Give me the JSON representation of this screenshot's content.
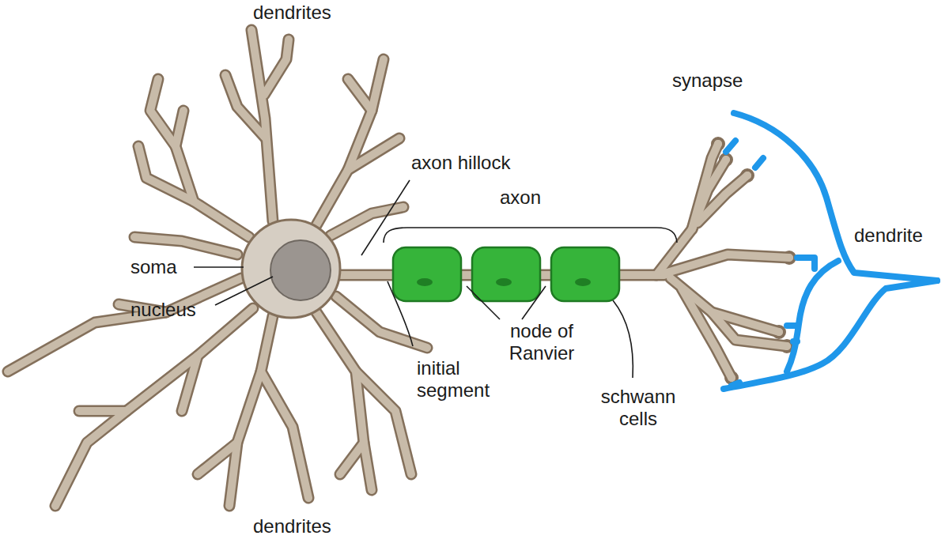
{
  "diagram": {
    "labels": [
      "dendrites",
      "synapse",
      "axon hillock",
      "axon",
      "dendrite",
      "soma",
      "nucleus",
      "node of Ranvier",
      "initial segment",
      "schwann cells",
      "dendrites"
    ]
  }
}
